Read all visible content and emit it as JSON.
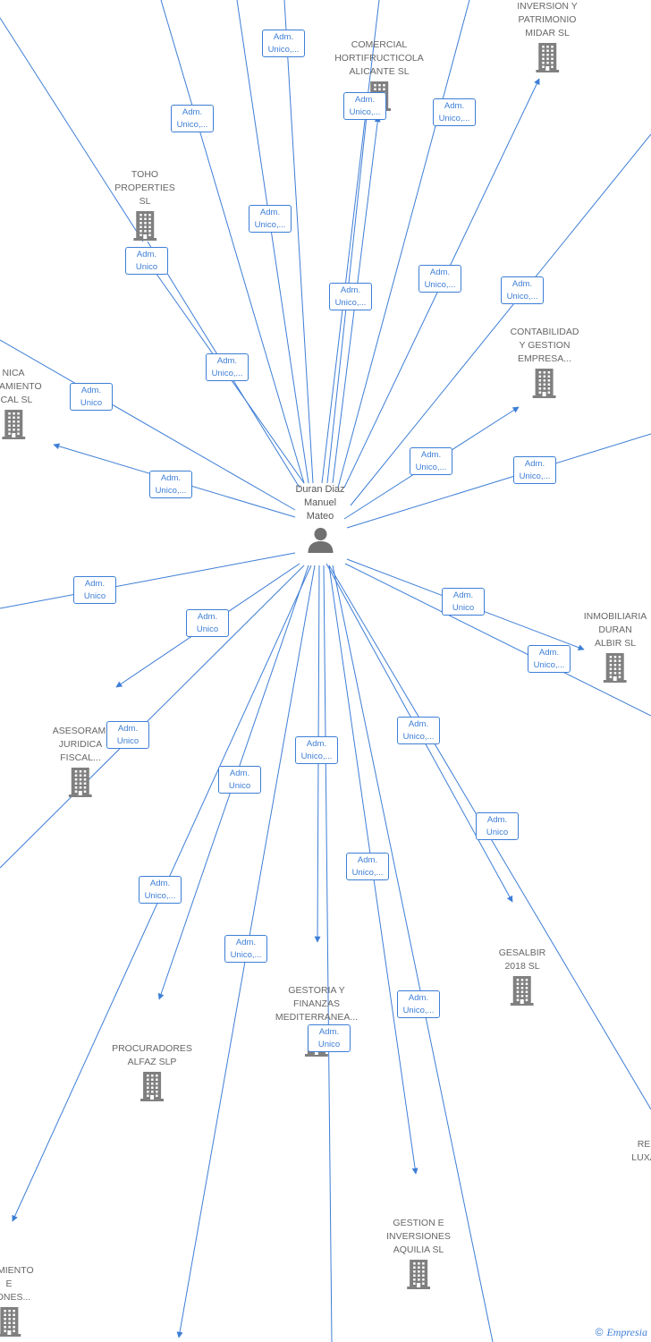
{
  "center": {
    "label": "Duran Diaz\nManuel\nMateo",
    "icon": "person-icon"
  },
  "colors": {
    "edge": "#3d7ed6",
    "building": "#808080",
    "text": "#666666"
  },
  "companies": [
    {
      "id": "inversion-patrimonio-midar",
      "label": "INVERSION Y\nPATRIMONIO\nMIDAR  SL"
    },
    {
      "id": "comercial-hortifructicola",
      "label": "COMERCIAL\nHORTIFRUCTICOLA\nALICANTE  SL"
    },
    {
      "id": "toho-properties",
      "label": "TOHO\nPROPERTIES\nSL"
    },
    {
      "id": "contabilidad-gestion",
      "label": "CONTABILIDAD\nY GESTION\nEMPRESA..."
    },
    {
      "id": "tecnica-asesoramiento",
      "label": "NICA\nORAMIENTO\nSCAL  SL"
    },
    {
      "id": "inmobiliaria-duran-albir",
      "label": "INMOBILIARIA\nDURAN\nALBIR  SL"
    },
    {
      "id": "asesoramiento-juridico",
      "label": "ASESORAMI\nJURIDICA\nFISCAL..."
    },
    {
      "id": "gesalbir",
      "label": "GESALBIR\n2018  SL"
    },
    {
      "id": "gestoria-finanzas",
      "label": "GESTORIA Y\nFINANZAS\nMEDITERRANEA..."
    },
    {
      "id": "procuradores-alfaz",
      "label": "PROCURADORES\nALFAZ SLP"
    },
    {
      "id": "gestion-inversiones-aquilia",
      "label": "GESTION E\nINVERSIONES\nAQUILIA  SL"
    },
    {
      "id": "asesoramiento-inversiones",
      "label": "RAMIENTO\nE\nSIONES..."
    },
    {
      "id": "re-luxa",
      "label": "RE\nLUXA"
    }
  ],
  "roles": [
    "Adm.\nUnico,...",
    "Adm.\nUnico,...",
    "Adm.\nUnico,...",
    "Adm.\nUnico,...",
    "Adm.\nUnico,...",
    "Adm.\nUnico",
    "Adm.\nUnico,...",
    "Adm.\nUnico,...",
    "Adm.\nUnico,...",
    "Adm.\nUnico,...",
    "Adm.\nUnico",
    "Adm.\nUnico,...",
    "Adm.\nUnico,...",
    "Adm.\nUnico,...",
    "Adm.\nUnico",
    "Adm.\nUnico",
    "Adm.\nUnico",
    "Adm.\nUnico,...",
    "Adm.\nUnico",
    "Adm.\nUnico,...",
    "Adm.\nUnico,...",
    "Adm.\nUnico",
    "Adm.\nUnico",
    "Adm.\nUnico,...",
    "Adm.\nUnico,...",
    "Adm.\nUnico,...",
    "Adm.\nUnico",
    "Adm.\nUnico,..."
  ],
  "brand": {
    "copyright": "©",
    "name": "Empresia"
  }
}
